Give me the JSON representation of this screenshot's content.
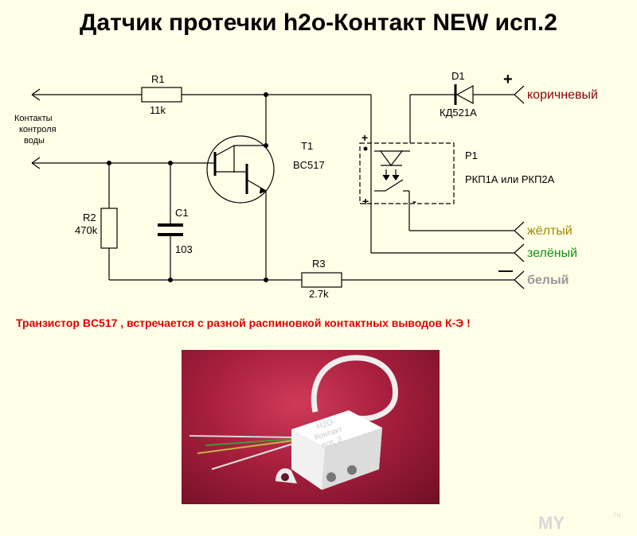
{
  "title": "Датчик протечки h2o-Контакт NEW исп.2",
  "components": {
    "r1": {
      "ref": "R1",
      "value": "11k"
    },
    "r2": {
      "ref": "R2",
      "value": "470k"
    },
    "r3": {
      "ref": "R3",
      "value": "2.7k"
    },
    "c1": {
      "ref": "C1",
      "value": "103"
    },
    "t1": {
      "ref": "T1",
      "value": "BC517"
    },
    "d1": {
      "ref": "D1",
      "value": "КД521А"
    },
    "p1": {
      "ref": "P1",
      "value": "РКП1А или РКП2А"
    }
  },
  "contacts_label": [
    "Контакты",
    "контроля",
    "воды"
  ],
  "relay_pins": {
    "plus_top": "+",
    "plus_bottom": "+",
    "minus": "-"
  },
  "wires": {
    "brown": {
      "label": "коричневый",
      "color": "#8b0000",
      "sign": "+"
    },
    "yellow": {
      "label": "жёлтый",
      "color": "#a08a00"
    },
    "green": {
      "label": "зелёный",
      "color": "#119011"
    },
    "white": {
      "label": "белый",
      "color": "#999999",
      "sign": "—"
    }
  },
  "warning": "Транзистор BC517 , встречается с разной распиновкой контактных  выводов К-Э !",
  "photo_labels": [
    "H2O-",
    "Контакт",
    "исп. 2"
  ],
  "watermark": "MY",
  "watermark_sub": ".ru"
}
